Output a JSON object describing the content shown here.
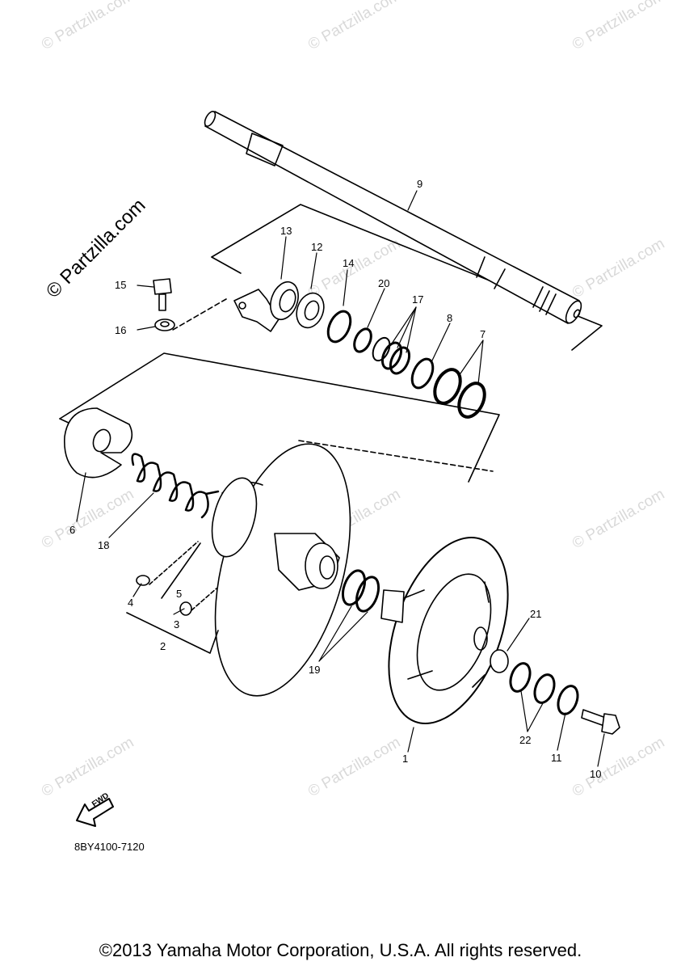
{
  "watermarks": {
    "small": "© Partzilla.com",
    "big": "© Partzilla.com"
  },
  "callouts": [
    "1",
    "2",
    "3",
    "4",
    "5",
    "6",
    "7",
    "8",
    "9",
    "10",
    "11",
    "12",
    "13",
    "14",
    "15",
    "16",
    "17",
    "18",
    "19",
    "20",
    "21",
    "22"
  ],
  "fwd_label": "FWD",
  "diagram_code": "8BY4100-7120",
  "copyright": "©2013 Yamaha Motor Corporation, U.S.A. All rights reserved."
}
